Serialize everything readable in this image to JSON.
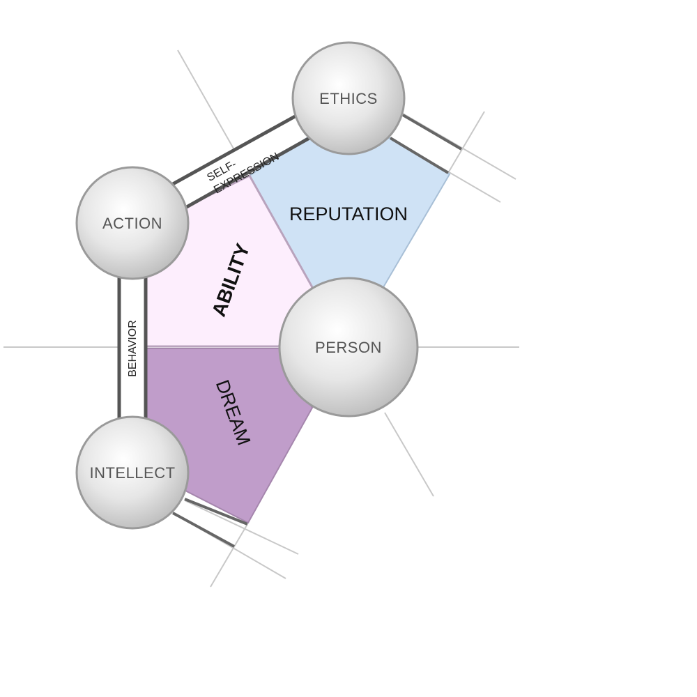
{
  "nodes": {
    "ethics": "ETHICS",
    "action": "ACTION",
    "person": "PERSON",
    "intellect": "INTELLECT"
  },
  "regions": {
    "reputation": "REPUTATION",
    "ability": "ABILITY",
    "dream": "DREAM"
  },
  "connectors": {
    "self_expression_line1": "SELF-",
    "self_expression_line2": "EXPRESSION",
    "behavior": "BEHAVIOR"
  },
  "colors": {
    "reputation_fill": "#cfe2f5",
    "ability_fill": "#fdeefd",
    "dream_fill": "#c09dca",
    "node_fill": "#e6e6e6",
    "node_stroke": "#9a9a9a",
    "connector_stroke": "#555555"
  }
}
